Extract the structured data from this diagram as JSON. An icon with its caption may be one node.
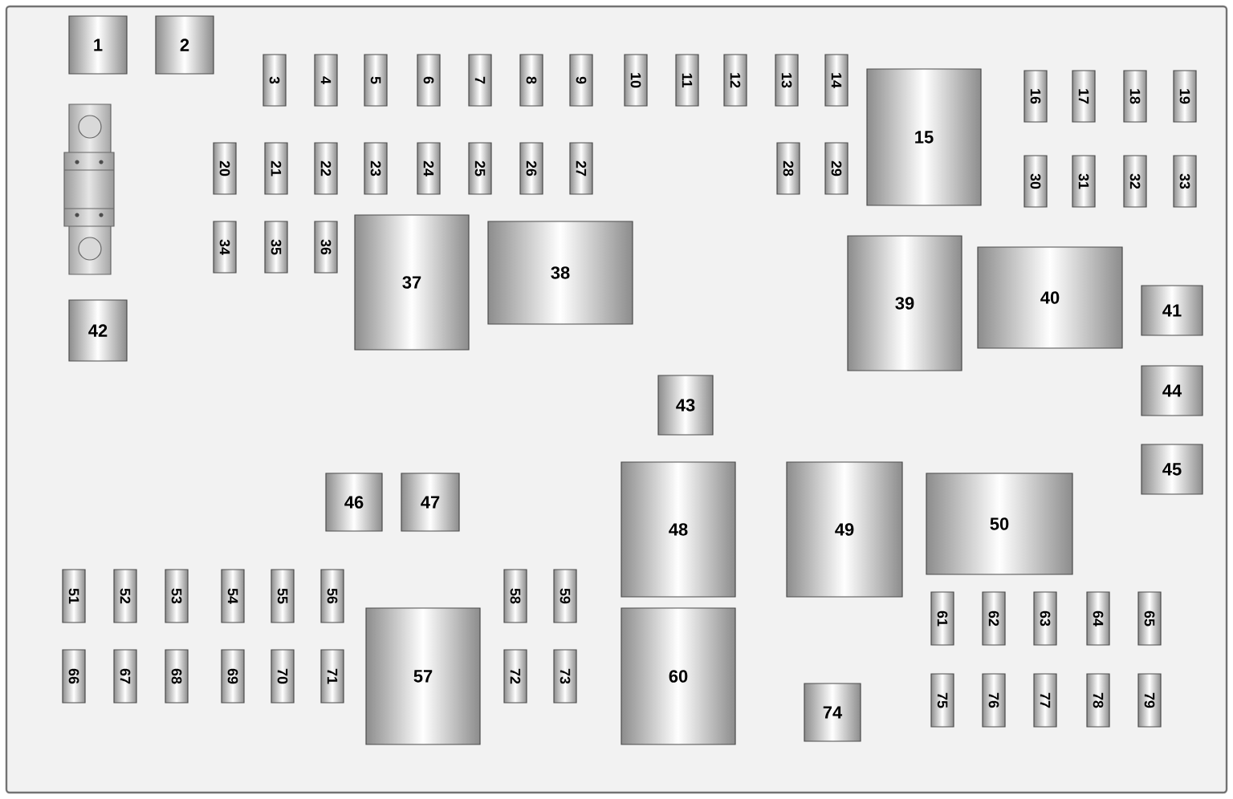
{
  "diagram": {
    "nodes": [
      {
        "text": [
          "1"
        ]
      },
      {
        "text": [
          "2"
        ]
      },
      {
        "text": [
          "3"
        ]
      },
      {
        "text": [
          "4"
        ]
      },
      {
        "text": [
          "5"
        ]
      },
      {
        "text": [
          "6"
        ]
      },
      {
        "text": [
          "7"
        ]
      },
      {
        "text": [
          "8"
        ]
      },
      {
        "text": [
          "9"
        ]
      },
      {
        "text": [
          "10"
        ]
      },
      {
        "text": [
          "11"
        ]
      },
      {
        "text": [
          "12"
        ]
      },
      {
        "text": [
          "13"
        ]
      },
      {
        "text": [
          "14"
        ]
      },
      {
        "text": [
          "15"
        ]
      },
      {
        "text": [
          "16"
        ]
      },
      {
        "text": [
          "17"
        ]
      },
      {
        "text": [
          "18"
        ]
      },
      {
        "text": [
          "19"
        ]
      },
      {
        "text": [
          "20"
        ]
      },
      {
        "text": [
          "21"
        ]
      },
      {
        "text": [
          "22"
        ]
      },
      {
        "text": [
          "23"
        ]
      },
      {
        "text": [
          "24"
        ]
      },
      {
        "text": [
          "25"
        ]
      },
      {
        "text": [
          "26"
        ]
      },
      {
        "text": [
          "27"
        ]
      },
      {
        "text": [
          "28"
        ]
      },
      {
        "text": [
          "29"
        ]
      },
      {
        "text": [
          "30"
        ]
      },
      {
        "text": [
          "31"
        ]
      },
      {
        "text": [
          "32"
        ]
      },
      {
        "text": [
          "33"
        ]
      },
      {
        "text": [
          "34"
        ]
      },
      {
        "text": [
          "35"
        ]
      },
      {
        "text": [
          "36"
        ]
      },
      {
        "text": [
          "37"
        ]
      },
      {
        "text": [
          "38"
        ]
      },
      {
        "text": [
          "39"
        ]
      },
      {
        "text": [
          "40"
        ]
      },
      {
        "text": [
          "41"
        ]
      },
      {
        "text": [
          "42"
        ]
      },
      {
        "text": [
          "43"
        ]
      },
      {
        "text": [
          "44"
        ]
      },
      {
        "text": [
          "45"
        ]
      },
      {
        "text": [
          "46"
        ]
      },
      {
        "text": [
          "47"
        ]
      },
      {
        "text": [
          "48"
        ]
      },
      {
        "text": [
          "49"
        ]
      },
      {
        "text": [
          "50"
        ]
      },
      {
        "text": [
          "51"
        ]
      },
      {
        "text": [
          "52"
        ]
      },
      {
        "text": [
          "53"
        ]
      },
      {
        "text": [
          "54"
        ]
      },
      {
        "text": [
          "55"
        ]
      },
      {
        "text": [
          "56"
        ]
      },
      {
        "text": [
          "57"
        ]
      },
      {
        "text": [
          "58"
        ]
      },
      {
        "text": [
          "59"
        ]
      },
      {
        "text": [
          "60"
        ]
      },
      {
        "text": [
          "61"
        ]
      },
      {
        "text": [
          "62"
        ]
      },
      {
        "text": [
          "63"
        ]
      },
      {
        "text": [
          "64"
        ]
      },
      {
        "text": [
          "65"
        ]
      },
      {
        "text": [
          "66"
        ]
      },
      {
        "text": [
          "67"
        ]
      },
      {
        "text": [
          "68"
        ]
      },
      {
        "text": [
          "69"
        ]
      },
      {
        "text": [
          "70"
        ]
      },
      {
        "text": [
          "71"
        ]
      },
      {
        "text": [
          "72"
        ]
      },
      {
        "text": [
          "73"
        ]
      },
      {
        "text": [
          "74"
        ]
      },
      {
        "text": [
          "75"
        ]
      },
      {
        "text": [
          "76"
        ]
      },
      {
        "text": [
          "77"
        ]
      },
      {
        "text": [
          "78"
        ]
      },
      {
        "text": [
          "79"
        ]
      }
    ]
  }
}
